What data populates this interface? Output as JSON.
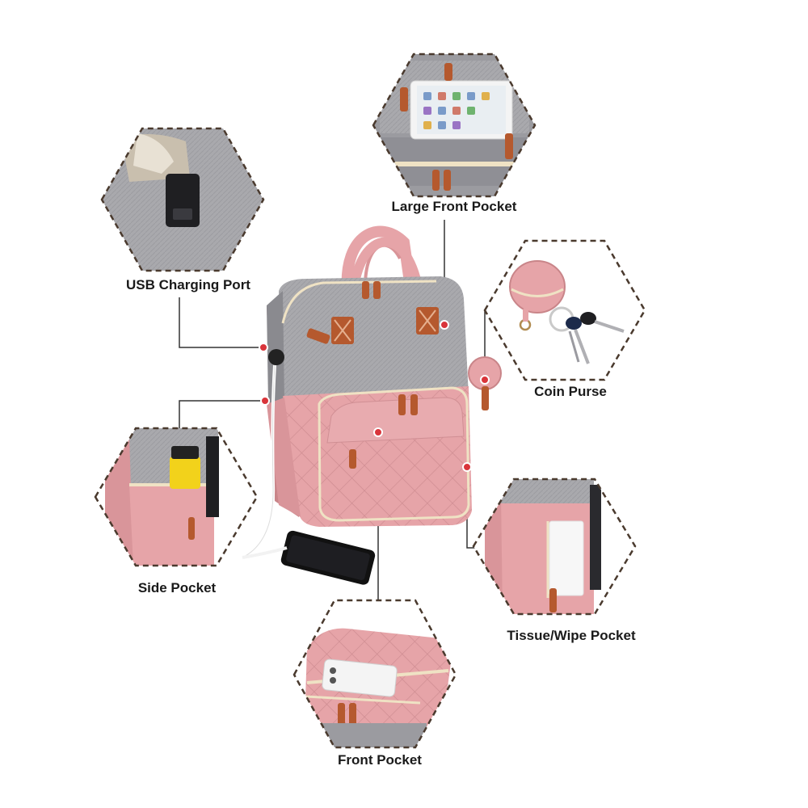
{
  "colors": {
    "pink": "#e6a4a8",
    "pink_dark": "#c98589",
    "gray": "#a9a9ad",
    "gray_dark": "#8a8a8f",
    "strap_brown": "#b5592e",
    "zipper_cream": "#efe2c4",
    "dash_border": "#4a3a2e",
    "callout_dot": "#d9343a",
    "leader_line": "#333333"
  },
  "callouts": [
    {
      "id": "large-front-pocket",
      "label": "Large Front Pocket",
      "icon": "tablet-icon"
    },
    {
      "id": "usb-charging-port",
      "label": "USB Charging Port",
      "icon": "usb-port-icon"
    },
    {
      "id": "coin-purse",
      "label": "Coin Purse",
      "icon": "keys-icon"
    },
    {
      "id": "side-pocket",
      "label": "Side Pocket",
      "icon": "umbrella-icon"
    },
    {
      "id": "tissue-wipe-pocket",
      "label": "Tissue/Wipe Pocket",
      "icon": "tissue-icon"
    },
    {
      "id": "front-pocket",
      "label": "Front Pocket",
      "icon": "phone-icon"
    }
  ]
}
